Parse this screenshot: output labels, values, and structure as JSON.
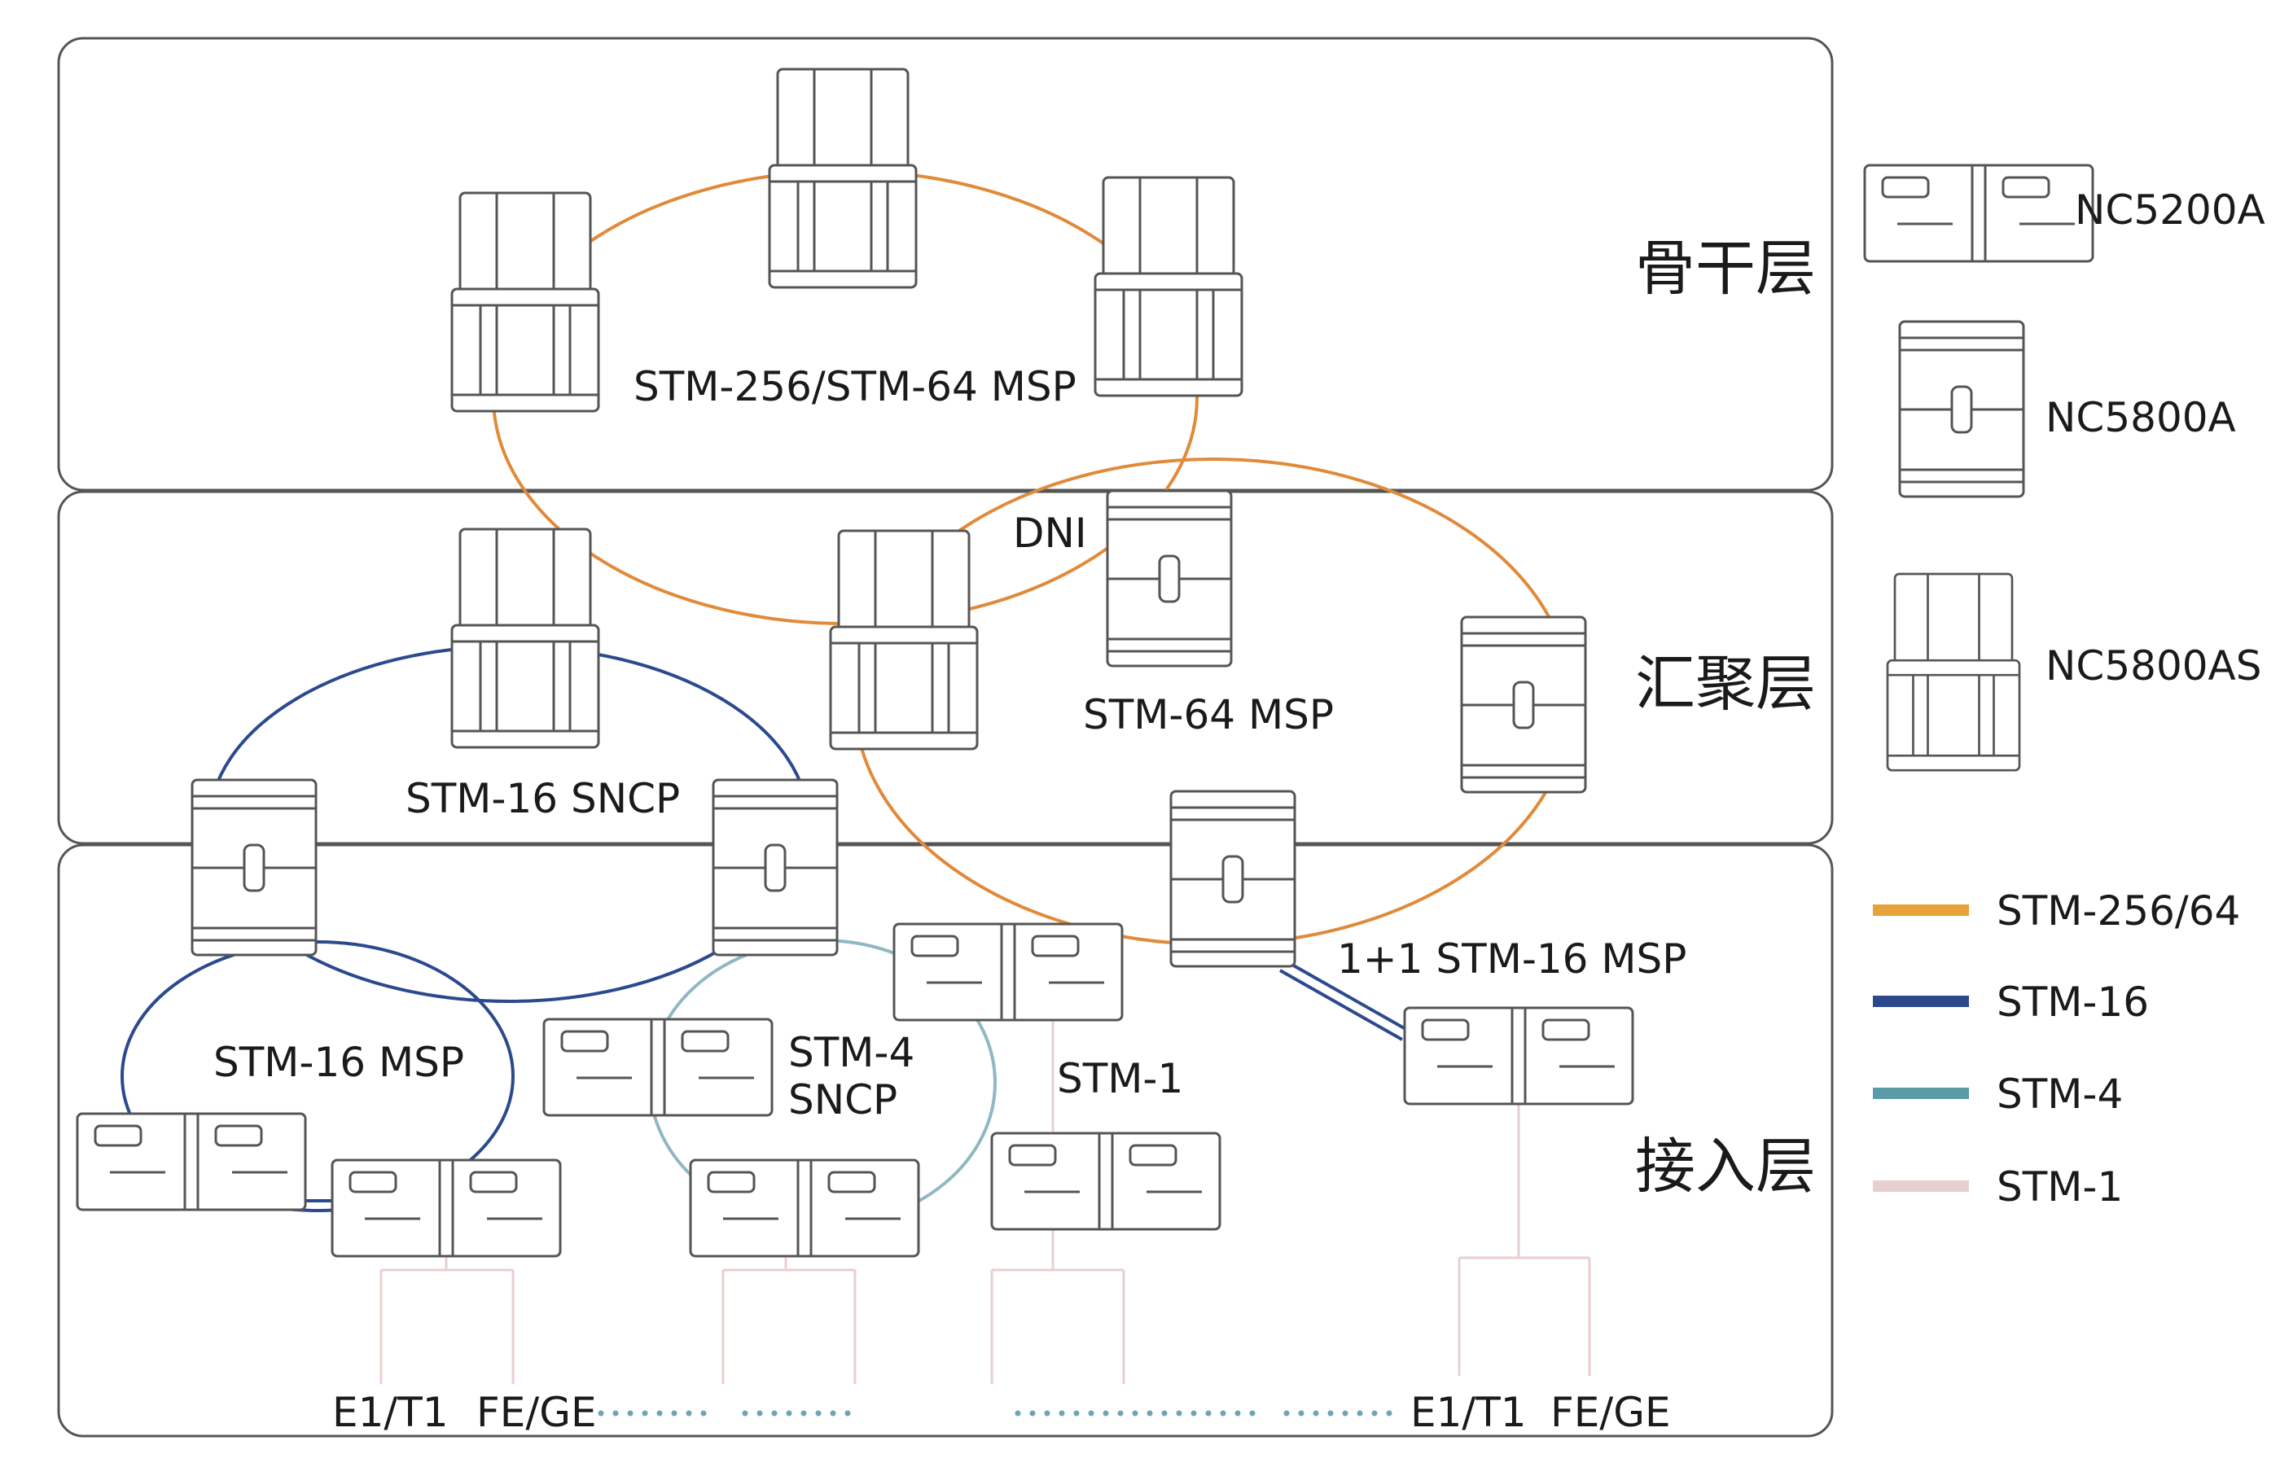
{
  "layers": {
    "backbone": "骨干层",
    "aggregation": "汇聚层",
    "access": "接入层"
  },
  "rings": {
    "backbone_msp": "STM-256/STM-64 MSP",
    "dni": "DNI",
    "agg_msp": "STM-64 MSP",
    "agg_sncp": "STM-16 SNCP",
    "access_msp16": "STM-16 MSP",
    "access_sncp4_l1": "STM-4",
    "access_sncp4_l2": "SNCP",
    "access_stm1": "STM-1",
    "access_11msp": "1+1 STM-16 MSP"
  },
  "services": {
    "left_e1": "E1/T1",
    "left_fe": "FE/GE",
    "right_e1": "E1/T1",
    "right_fe": "FE/GE"
  },
  "legend": {
    "devices": [
      {
        "label": "NC5200A",
        "icon": "nc5200a-icon"
      },
      {
        "label": "NC5800A",
        "icon": "nc5800a-icon"
      },
      {
        "label": "NC5800AS",
        "icon": "nc5800as-icon"
      }
    ],
    "links": [
      {
        "label": "STM-256/64",
        "color": "#E8A23A"
      },
      {
        "label": "STM-16",
        "color": "#2B4A8E"
      },
      {
        "label": "STM-4",
        "color": "#5B9BA8"
      },
      {
        "label": "STM-1",
        "color": "#E8CFCF"
      }
    ]
  },
  "colors": {
    "stm256": "#E08A3A",
    "stm16": "#2B4A8E",
    "stm4": "#8FB8C2",
    "stm1": "#E8CFCF",
    "dots": "#6FA3B5"
  }
}
